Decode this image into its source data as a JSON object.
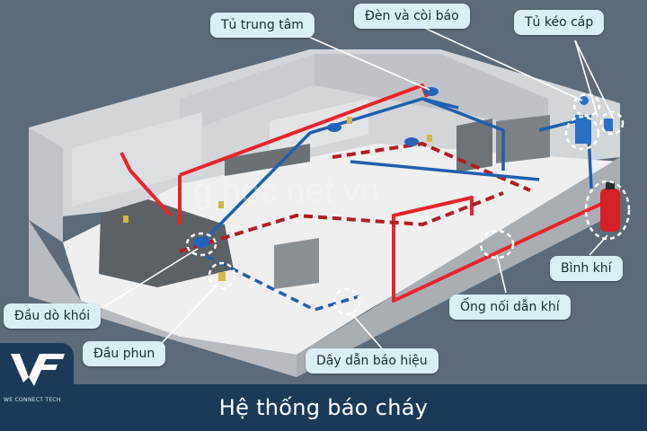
{
  "callouts": {
    "tu_trung_tam": "Tủ trung tâm",
    "den_coi_bao": "Đèn và còi báo",
    "tu_keo_cap": "Tủ kéo cáp",
    "binh_khi": "Bình khí",
    "ong_noi_dan_khi": "Ống nối dẫn khí",
    "day_dan_bao_hieu": "Dây dẫn báo hiệu",
    "dau_do_khoi": "Đầu dò khói",
    "dau_phun": "Đầu phun"
  },
  "footer": {
    "title": "Hệ thống báo cháy"
  },
  "brand": {
    "tagline": "WE CONNECT TECH"
  },
  "colors": {
    "background": "#5b6b7a",
    "callout_fill": "#d9eef7",
    "banner": "#1c3a57",
    "gas_pipe": "#e8242a",
    "signal_wire": "#1f5fae"
  }
}
